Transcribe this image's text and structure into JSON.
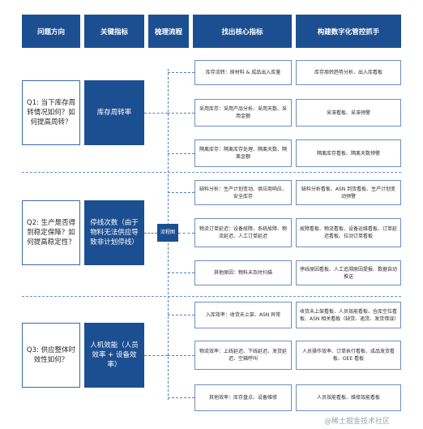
{
  "headers": [
    "问题方向",
    "关键指标",
    "梳理流程",
    "找出核心指标",
    "构建数字化管控抓手"
  ],
  "questions": [
    "Q1: 当下库存周转情况如何？如何提高周转？",
    "Q2: 生产是否得到稳定保障？如何提高稳定性？",
    "Q3: 供应整体时效性如何？"
  ],
  "metrics": [
    "库存周转率",
    "停线次数（由于物料无法供应导致非计划停线）",
    "人机效能（人员效率 + 设备效率）"
  ],
  "process_node": "流程图",
  "core": [
    "库存流转：原材料 & 成品出入库量",
    "采用库存：采用产品分析、采用天数、采用金额",
    "隔离库存：隔离库存处理、隔离天数、隔离金额",
    "缺料分析：生产计划变动、供应商响应、安全库存",
    "物流订单延迟：设备故障、系统故障、物流延迟、人工订单延迟",
    "其他原因：物料未及时扫描",
    "入库效率：收货未上架、ASN 异常",
    "物流效率：上线延迟、下线延迟、发货延迟、空箱呼叫",
    "其他效率：库存盘点、设备维修"
  ],
  "tools": [
    "库存周转趋势分析、出入库看板",
    "采滞看板、采滞预警",
    "隔离库存看板、隔离天数预警",
    "缺料分析看板、ASN 到货看板、生产计划变动预警",
    "故障看板、物流看板、设备运维看板、订单延迟看板、拉动订单看板",
    "停线原因看板、人工追溯原因提报、数据自动推送",
    "收货未上架看板、人员效能看板、仓库空位看板、ASN 相关看板（缺货、逾货、发货错误）",
    "人员操作效率、订单执行看板、成品发货看板、OEE 看板",
    "人员效能看板、维修效能看板"
  ],
  "watermark": "@稀土掘金技术社区"
}
